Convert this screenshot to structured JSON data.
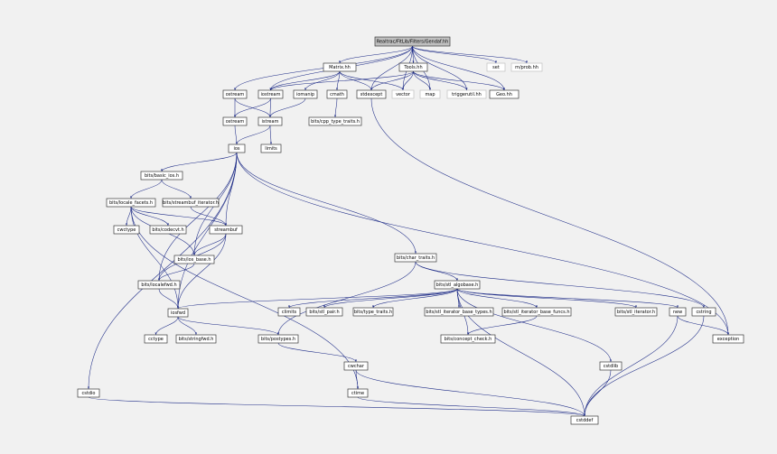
{
  "graph": {
    "nodes": [
      {
        "id": "root",
        "label": "Realtrac/FitLib/Filters/Gendaf.hh",
        "root": true
      },
      {
        "id": "set",
        "label": "set",
        "linked": false
      },
      {
        "id": "mprob",
        "label": "m/prob.hh",
        "linked": false
      },
      {
        "id": "matrix",
        "label": "Matrix.hh"
      },
      {
        "id": "tools",
        "label": "Tools.hh"
      },
      {
        "id": "ostream1",
        "label": "ostream"
      },
      {
        "id": "iostream",
        "label": "iostream"
      },
      {
        "id": "iomanip",
        "label": "iomanip"
      },
      {
        "id": "cmath",
        "label": "cmath"
      },
      {
        "id": "stdexcept",
        "label": "stdexcept"
      },
      {
        "id": "vector",
        "label": "vector",
        "linked": false
      },
      {
        "id": "map",
        "label": "map",
        "linked": false
      },
      {
        "id": "trigger",
        "label": "triggerutil.hh",
        "linked": false
      },
      {
        "id": "geo",
        "label": "Geo.hh"
      },
      {
        "id": "cpptype",
        "label": "bits/cpp_type_traits.h"
      },
      {
        "id": "ostream2",
        "label": "ostream"
      },
      {
        "id": "istream",
        "label": "istream"
      },
      {
        "id": "limits",
        "label": "limits"
      },
      {
        "id": "ios",
        "label": "ios"
      },
      {
        "id": "basicios",
        "label": "bits/basic_ios.h"
      },
      {
        "id": "localefacets",
        "label": "bits/locale_facets.h"
      },
      {
        "id": "sbufiter",
        "label": "bits/streambuf_iterator.h"
      },
      {
        "id": "cwctype",
        "label": "cwctype"
      },
      {
        "id": "codecvt",
        "label": "bits/codecvt.h"
      },
      {
        "id": "streambuf",
        "label": "streambuf"
      },
      {
        "id": "iosbase",
        "label": "bits/ios_base.h"
      },
      {
        "id": "localefwd",
        "label": "bits/localefwd.h"
      },
      {
        "id": "iosfwd",
        "label": "iosfwd"
      },
      {
        "id": "cctype",
        "label": "cctype"
      },
      {
        "id": "stringfwd",
        "label": "bits/stringfwd.h"
      },
      {
        "id": "postypes",
        "label": "bits/postypes.h"
      },
      {
        "id": "chartraits",
        "label": "bits/char_traits.h"
      },
      {
        "id": "algobase",
        "label": "bits/stl_algobase.h"
      },
      {
        "id": "climits",
        "label": "climits"
      },
      {
        "id": "stlpair",
        "label": "bits/stl_pair.h"
      },
      {
        "id": "typetraits",
        "label": "bits/type_traits.h"
      },
      {
        "id": "iterbasetypes",
        "label": "bits/stl_iterator_base_types.h"
      },
      {
        "id": "iterbasefuncs",
        "label": "bits/stl_iterator_base_funcs.h"
      },
      {
        "id": "stliter",
        "label": "bits/stl_iterator.h"
      },
      {
        "id": "new",
        "label": "new"
      },
      {
        "id": "cstring",
        "label": "cstring"
      },
      {
        "id": "exception",
        "label": "exception"
      },
      {
        "id": "conceptcheck",
        "label": "bits/concept_check.h"
      },
      {
        "id": "cwchar",
        "label": "cwchar"
      },
      {
        "id": "cstdlib",
        "label": "cstdlib"
      },
      {
        "id": "ctime",
        "label": "ctime"
      },
      {
        "id": "cstdio",
        "label": "cstdio"
      },
      {
        "id": "cstddef",
        "label": "cstddef"
      }
    ],
    "edges": [
      [
        "root",
        "set"
      ],
      [
        "root",
        "mprob"
      ],
      [
        "root",
        "matrix"
      ],
      [
        "root",
        "tools"
      ],
      [
        "root",
        "ostream1"
      ],
      [
        "root",
        "iostream"
      ],
      [
        "root",
        "stdexcept"
      ],
      [
        "root",
        "vector"
      ],
      [
        "root",
        "map"
      ],
      [
        "root",
        "trigger"
      ],
      [
        "root",
        "geo"
      ],
      [
        "matrix",
        "iostream"
      ],
      [
        "matrix",
        "iomanip"
      ],
      [
        "matrix",
        "cmath"
      ],
      [
        "matrix",
        "stdexcept"
      ],
      [
        "matrix",
        "vector"
      ],
      [
        "tools",
        "iostream"
      ],
      [
        "tools",
        "stdexcept"
      ],
      [
        "tools",
        "vector"
      ],
      [
        "tools",
        "map"
      ],
      [
        "tools",
        "trigger"
      ],
      [
        "tools",
        "geo"
      ],
      [
        "cmath",
        "cpptype"
      ],
      [
        "ostream1",
        "ostream2"
      ],
      [
        "ostream1",
        "istream"
      ],
      [
        "iostream",
        "ostream2"
      ],
      [
        "iostream",
        "istream"
      ],
      [
        "iomanip",
        "istream"
      ],
      [
        "stdexcept",
        "exception"
      ],
      [
        "ostream2",
        "ios"
      ],
      [
        "istream",
        "ios"
      ],
      [
        "istream",
        "limits"
      ],
      [
        "ios",
        "basicios"
      ],
      [
        "ios",
        "iosbase"
      ],
      [
        "ios",
        "streambuf"
      ],
      [
        "ios",
        "localefwd"
      ],
      [
        "ios",
        "iosfwd"
      ],
      [
        "ios",
        "chartraits"
      ],
      [
        "ios",
        "exception"
      ],
      [
        "ios",
        "cstdio"
      ],
      [
        "basicios",
        "localefacets"
      ],
      [
        "basicios",
        "sbufiter"
      ],
      [
        "localefacets",
        "cwctype"
      ],
      [
        "localefacets",
        "codecvt"
      ],
      [
        "localefacets",
        "streambuf"
      ],
      [
        "localefacets",
        "iosbase"
      ],
      [
        "localefacets",
        "iosfwd"
      ],
      [
        "localefacets",
        "ctime"
      ],
      [
        "sbufiter",
        "streambuf"
      ],
      [
        "streambuf",
        "iosbase"
      ],
      [
        "streambuf",
        "localefwd"
      ],
      [
        "streambuf",
        "iosfwd"
      ],
      [
        "iosbase",
        "localefwd"
      ],
      [
        "localefwd",
        "iosfwd"
      ],
      [
        "iosfwd",
        "cctype"
      ],
      [
        "iosfwd",
        "stringfwd"
      ],
      [
        "iosfwd",
        "postypes"
      ],
      [
        "chartraits",
        "algobase"
      ],
      [
        "chartraits",
        "cstring"
      ],
      [
        "chartraits",
        "postypes"
      ],
      [
        "algobase",
        "iosfwd"
      ],
      [
        "algobase",
        "climits"
      ],
      [
        "algobase",
        "stlpair"
      ],
      [
        "algobase",
        "typetraits"
      ],
      [
        "algobase",
        "iterbasetypes"
      ],
      [
        "algobase",
        "iterbasefuncs"
      ],
      [
        "algobase",
        "conceptcheck"
      ],
      [
        "algobase",
        "stliter"
      ],
      [
        "algobase",
        "new"
      ],
      [
        "algobase",
        "cstdlib"
      ],
      [
        "algobase",
        "cstddef"
      ],
      [
        "iterbasefuncs",
        "conceptcheck"
      ],
      [
        "new",
        "exception"
      ],
      [
        "new",
        "cstddef"
      ],
      [
        "cstring",
        "cstddef"
      ],
      [
        "postypes",
        "cwchar"
      ],
      [
        "cwchar",
        "ctime"
      ],
      [
        "cwchar",
        "cstddef"
      ],
      [
        "cstdlib",
        "cstddef"
      ],
      [
        "ctime",
        "cstddef"
      ],
      [
        "cstdio",
        "cstddef"
      ]
    ]
  }
}
